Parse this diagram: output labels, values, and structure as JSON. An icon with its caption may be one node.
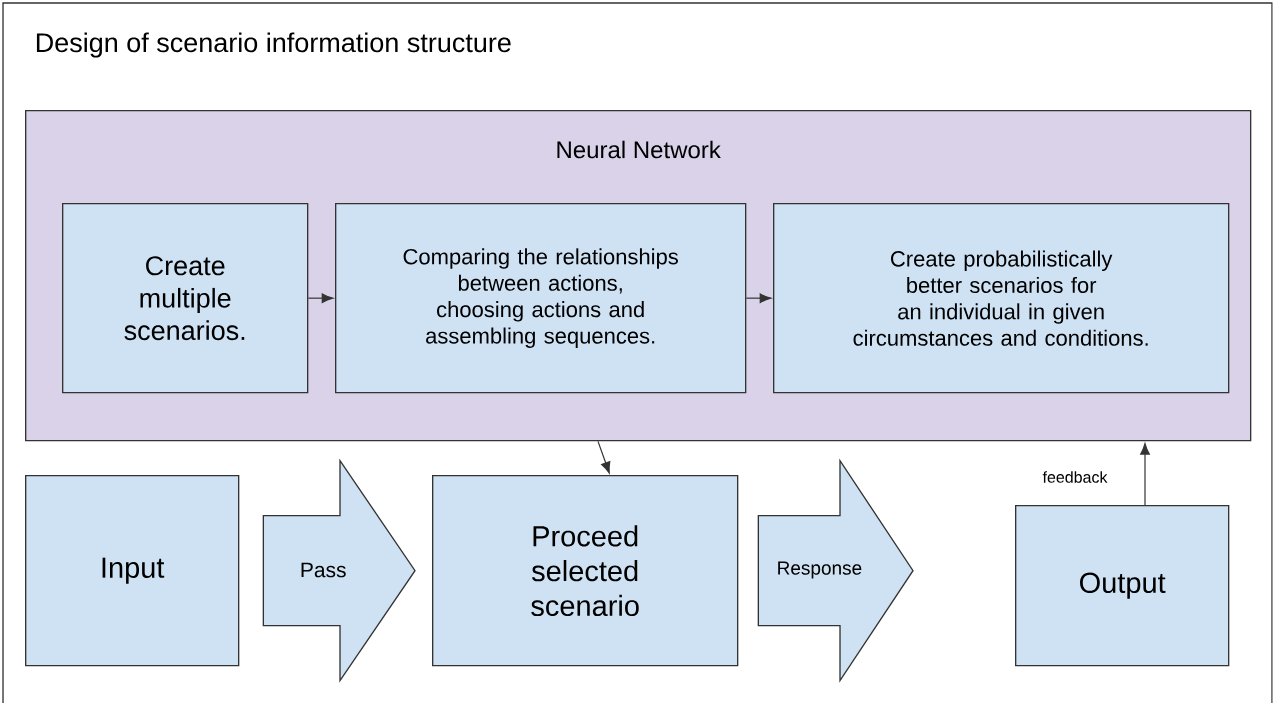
{
  "diagram": {
    "title": "Design of scenario information structure",
    "nodes": [
      {
        "text": [
          "Neural Network"
        ]
      },
      {
        "text": [
          "Create multiple scenarios."
        ],
        "in": 0
      },
      {
        "text": [
          "Comparing the relationships between actions, choosing actions and assembling sequences."
        ],
        "in": 0
      },
      {
        "text": [
          "Create probabilistically better scenarios for an individual in given circumstances and conditions."
        ],
        "in": 0
      },
      {
        "text": [
          "Input"
        ]
      },
      {
        "text": [
          "Proceed selected scenario"
        ]
      },
      {
        "text": [
          "Output"
        ]
      }
    ],
    "edges": [
      {
        "from": 1,
        "to": 2,
        "arrow": "to"
      },
      {
        "from": 2,
        "to": 3,
        "arrow": "to"
      },
      {
        "from": 0,
        "to": 5,
        "arrow": "to"
      },
      {
        "from": 4,
        "to": 5,
        "arrow": "to",
        "label": "Pass",
        "style": "thick"
      },
      {
        "from": 5,
        "to": 6,
        "arrow": "to",
        "label": "Response",
        "style": "thick"
      },
      {
        "from": 6,
        "to": 0,
        "arrow": "to",
        "label": "feedback"
      }
    ]
  }
}
